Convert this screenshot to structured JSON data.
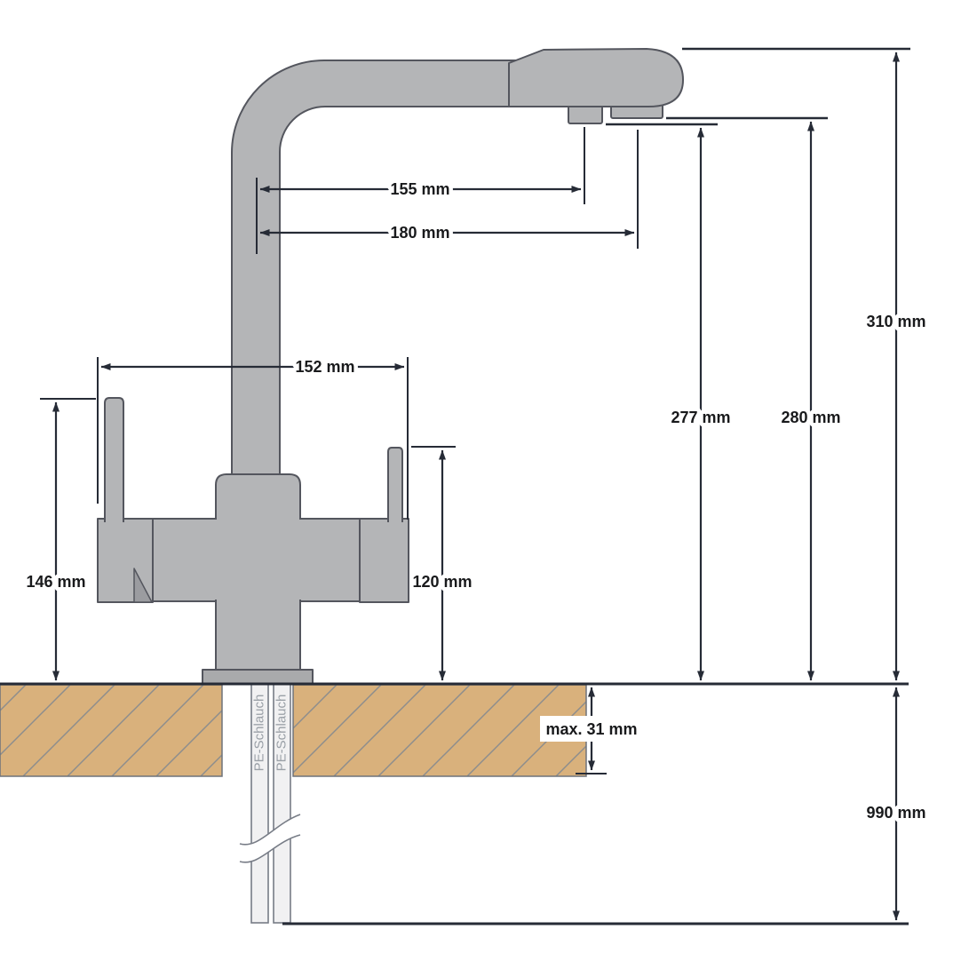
{
  "diagram": {
    "unit": "mm",
    "dimension_labels": {
      "spout_reach_inner": "155 mm",
      "spout_reach_outer": "180 mm",
      "body_width": "152 mm",
      "handle_height_left": "146 mm",
      "handle_height_right": "120 mm",
      "outlet_height_inner": "277 mm",
      "outlet_height_outer": "280 mm",
      "total_height": "310 mm",
      "countertop_thickness": "max. 31 mm",
      "hose_drop": "990 mm"
    },
    "hoses": {
      "left_label": "PE-Schlauch",
      "right_label": "PE-Schlauch"
    },
    "colors": {
      "background": "#ffffff",
      "faucet_body": "#b4b5b7",
      "faucet_outline": "#54565e",
      "countertop": "#d9b17c",
      "hatch_line": "#8d8d8d",
      "dimension_line": "#262b36",
      "label_text": "#191a1c",
      "hose_fill": "#f1f1f2",
      "hose_outline": "#777c86",
      "hose_label_text": "#9aa0a7"
    }
  }
}
